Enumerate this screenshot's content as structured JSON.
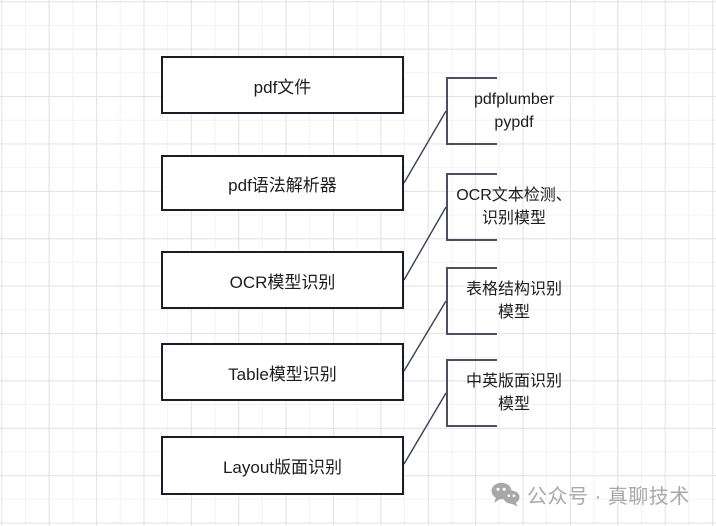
{
  "diagram": {
    "left_nodes": [
      {
        "label": "pdf文件"
      },
      {
        "label": "pdf语法解析器"
      },
      {
        "label": "OCR模型识别"
      },
      {
        "label": "Table模型识别"
      },
      {
        "label": "Layout版面识别"
      }
    ],
    "right_nodes": [
      {
        "line1": "pdfplumber",
        "line2": "pypdf"
      },
      {
        "line1": "OCR文本检测、",
        "line2": "识别模型"
      },
      {
        "line1": "表格结构识别",
        "line2": "模型"
      },
      {
        "line1": "中英版面识别",
        "line2": "模型"
      }
    ],
    "colors": {
      "node_border": "#1b1b2e",
      "bracket_border": "#4e4e62",
      "connector": "#3a3e58",
      "grid_minor": "#f2f2f4",
      "grid_major": "#e3e3e6",
      "watermark": "#a8a8a8"
    }
  },
  "watermark": {
    "icon": "wechat-icon",
    "text": "公众号 · 真聊技术"
  }
}
